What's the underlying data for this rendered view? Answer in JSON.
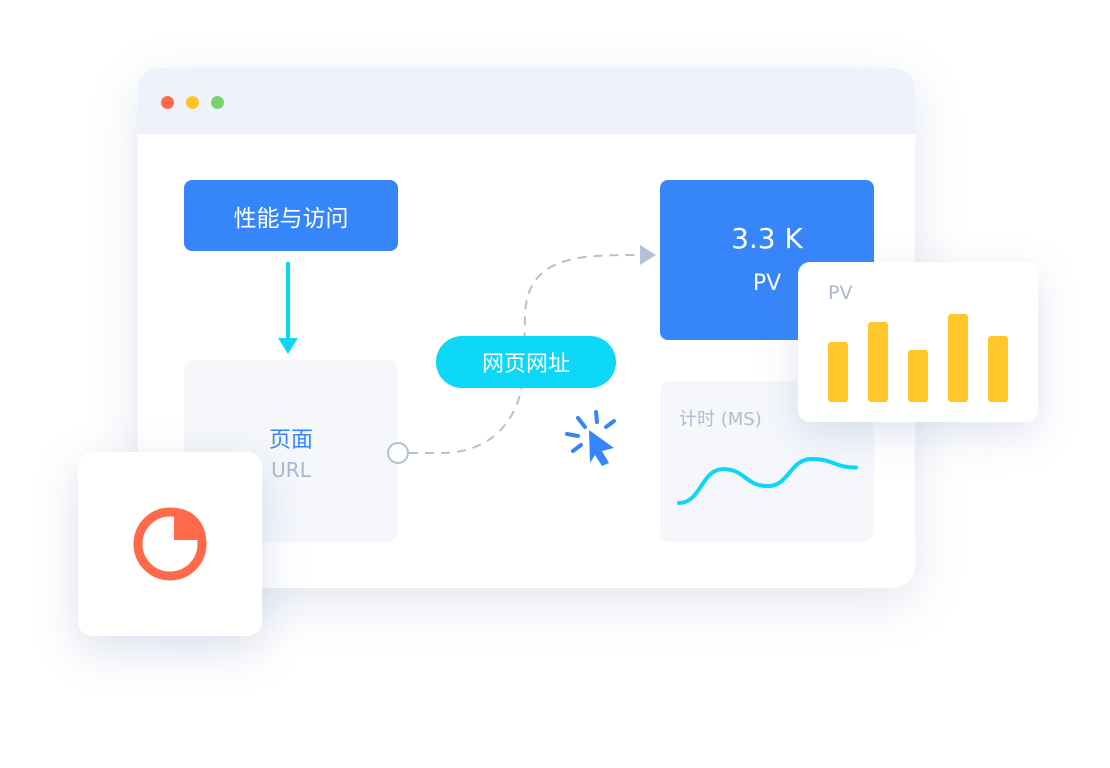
{
  "perf_box": {
    "label": "性能与访问"
  },
  "page_card": {
    "title": "页面",
    "subtitle": "URL"
  },
  "url_pill": {
    "label": "网页网址"
  },
  "pv_box": {
    "value": "3.3 K",
    "label": "PV"
  },
  "timer_card": {
    "title": "计时 (MS)"
  },
  "bar_card": {
    "title": "PV"
  },
  "colors": {
    "primary_blue": "#3686fa",
    "cyan": "#0cd7f7",
    "bar_yellow": "#ffc72a",
    "pie_orange": "#ff6b4a",
    "dot_red": "#ff6b4a",
    "dot_yellow": "#ffc229",
    "dot_green": "#78d26b"
  },
  "chart_data": [
    {
      "type": "bar",
      "title": "PV",
      "values": [
        3,
        4,
        2.6,
        4.4,
        3.3
      ],
      "ylim": [
        0,
        5
      ],
      "grid": false
    },
    {
      "type": "line",
      "title": "计时 (MS)",
      "values": [
        1,
        3,
        2,
        3.6,
        3.1
      ],
      "grid": false
    },
    {
      "type": "pie",
      "values": [
        75,
        25
      ],
      "colors": [
        "#ff6b4a",
        "#ff6b4a"
      ]
    }
  ]
}
